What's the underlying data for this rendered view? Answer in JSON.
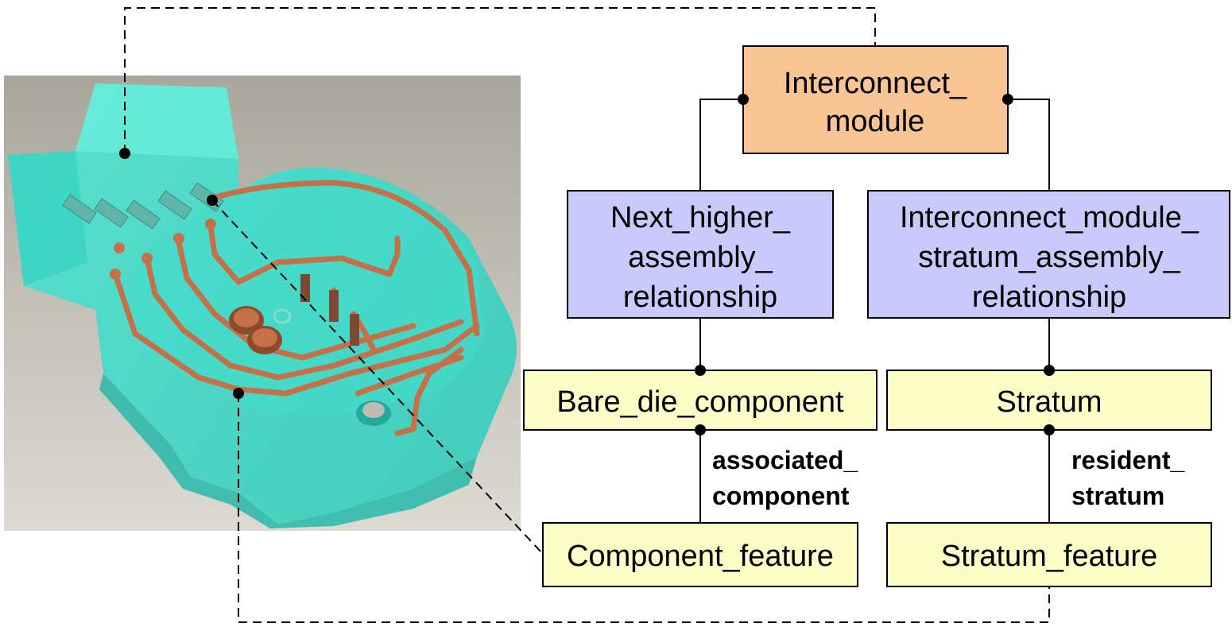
{
  "colors": {
    "top_box": "#f9c494",
    "mid_box": "#c9c9fb",
    "low_box": "#fdfdc8",
    "copper": "#c47048",
    "plastic": "#3fe3cf"
  },
  "boxes": {
    "interconnect_module": [
      "Interconnect_",
      "module"
    ],
    "next_higher": [
      "Next_higher_",
      "assembly_",
      "relationship"
    ],
    "stratum_assembly": [
      "Interconnect_module_",
      "stratum_assembly_",
      "relationship"
    ],
    "bare_die": [
      "Bare_die_component"
    ],
    "stratum": [
      "Stratum"
    ],
    "component_feature": [
      "Component_feature"
    ],
    "stratum_feature": [
      "Stratum_feature"
    ]
  },
  "labels": {
    "associated_component": [
      "associated_",
      "component"
    ],
    "resident_stratum": [
      "resident_",
      "stratum"
    ]
  },
  "image": {
    "description_icon": "3d-interconnect-module-render"
  }
}
